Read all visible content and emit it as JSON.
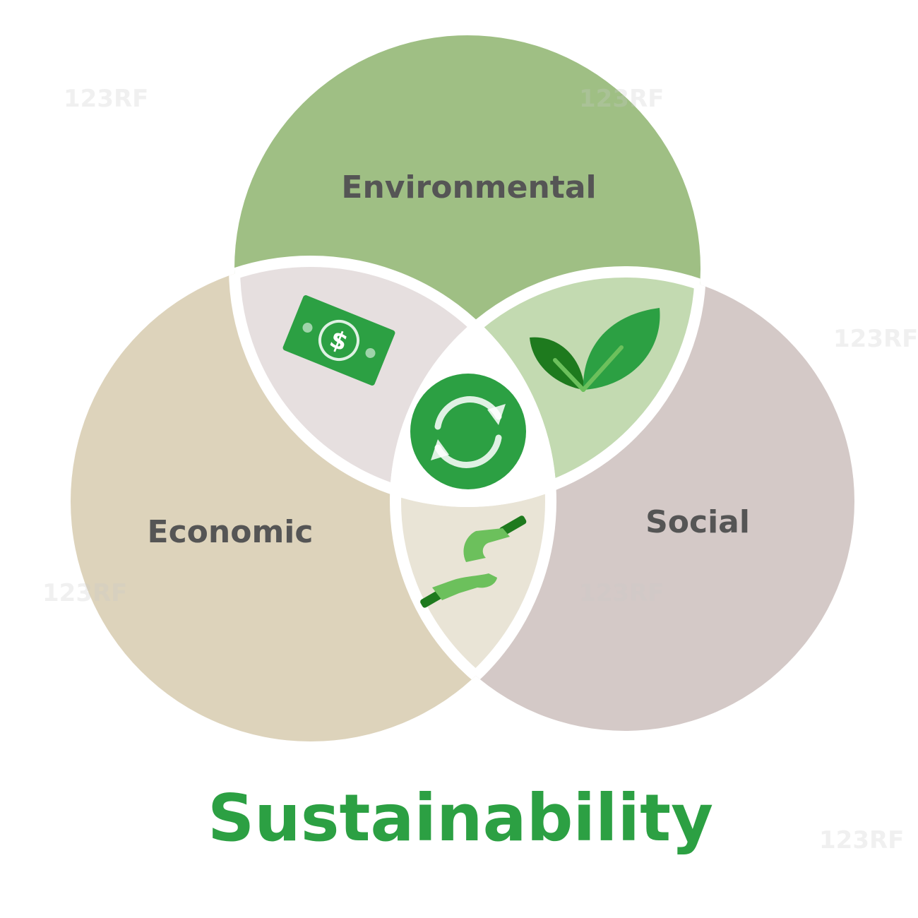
{
  "title": "Sustainability",
  "circles": {
    "environmental": {
      "label": "Environmental"
    },
    "economic": {
      "label": "Economic"
    },
    "social": {
      "label": "Social"
    }
  },
  "icons": {
    "environmental_economic": "money-bill-icon",
    "environmental_social": "leaves-icon",
    "economic_social": "helping-hands-icon",
    "center": "recycle-arrows-icon"
  },
  "watermark": "123RF",
  "colors": {
    "environmental": "#9fbf84",
    "economic": "#ddd3bb",
    "social": "#d4c9c7",
    "env_econ_overlap": "#e6dfdf",
    "env_social_overlap": "#c3dab1",
    "econ_social_overlap": "#e9e4d6",
    "center": "#ffffff",
    "icon_green": "#2ca043",
    "icon_dark_green": "#1e7a1e",
    "icon_light_green": "#6cc05c",
    "label_text": "#555555",
    "title_text": "#2ca043"
  }
}
